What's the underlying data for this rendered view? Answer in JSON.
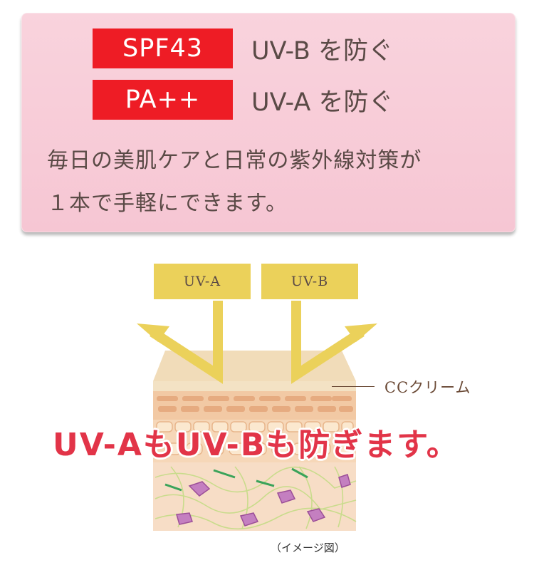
{
  "panel": {
    "rows": [
      {
        "badge": "SPF43",
        "text": "UV-B を防ぐ"
      },
      {
        "badge": "PA++",
        "text": "UV-A を防ぐ"
      }
    ],
    "description": [
      "毎日の美肌ケアと日常の紫外線対策が",
      "１本で手軽にできます。"
    ]
  },
  "illustration": {
    "ray_a": "UV-A",
    "ray_b": "UV-B",
    "layer_label": "CCクリーム",
    "headline": "UV-AもUV-Bも防ぎます。",
    "caption": "（イメージ図）"
  },
  "colors": {
    "panel_bg": "#f8cdd9",
    "badge": "#ee1c25",
    "ray_label": "#ebd15a",
    "headline": "#e23448"
  }
}
